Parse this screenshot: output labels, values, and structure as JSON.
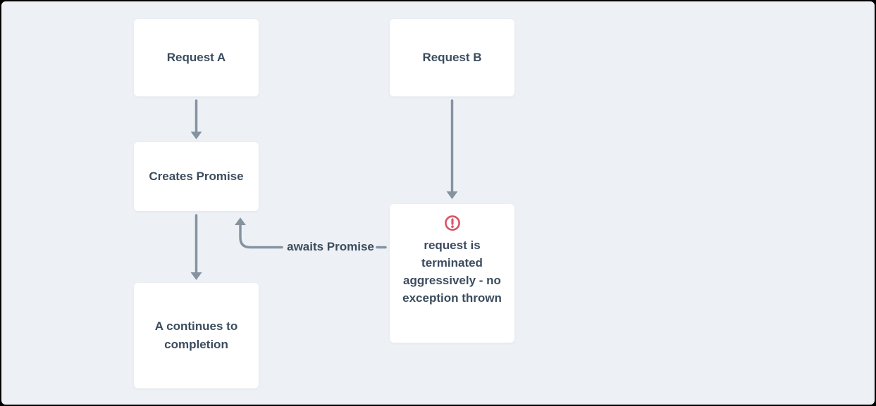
{
  "colors": {
    "bg": "#edf1f5",
    "box": "#ffffff",
    "text": "#3b4c5e",
    "arrow": "#8593a1",
    "alert": "#dc5266",
    "frame": "#000000"
  },
  "nodes": {
    "request_a": {
      "label": "Request A"
    },
    "creates_promise": {
      "label": "Creates Promise"
    },
    "a_continues": {
      "label": "A continues to completion"
    },
    "request_b": {
      "label": "Request B"
    },
    "terminated": {
      "label": "request is terminated aggressively - no exception thrown",
      "icon": "alert-circle-icon"
    }
  },
  "edges": {
    "awaits_label": "awaits Promise"
  }
}
